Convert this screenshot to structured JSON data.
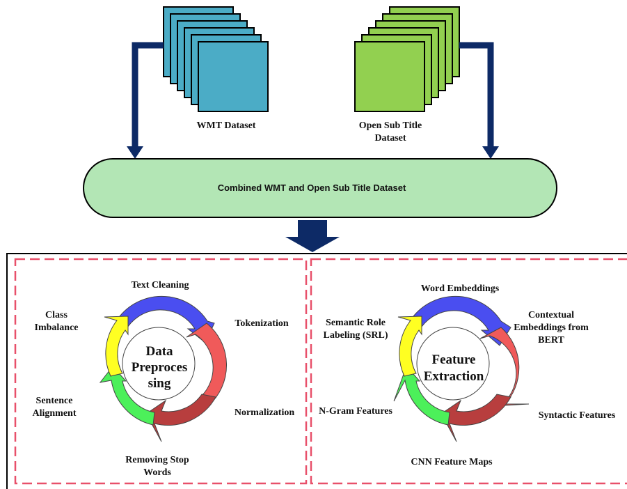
{
  "datasets": {
    "wmt": {
      "label": "WMT Dataset",
      "color": "#4bacc6"
    },
    "opensub": {
      "label_line1": "Open Sub Title",
      "label_line2": "Dataset",
      "color": "#92d050"
    }
  },
  "combined": {
    "label": "Combined WMT and Open Sub Title Dataset",
    "color": "#b3e6b5"
  },
  "preprocessing": {
    "center_line1": "Data",
    "center_line2": "Preproces",
    "center_line3": "sing",
    "steps": {
      "text_cleaning": "Text Cleaning",
      "tokenization": "Tokenization",
      "normalization": "Normalization",
      "removing_line1": "Removing Stop",
      "removing_line2": "Words",
      "sentence_line1": "Sentence",
      "sentence_line2": "Alignment",
      "class_line1": "Class",
      "class_line2": "Imbalance"
    }
  },
  "feature_extraction": {
    "center_line1": "Feature",
    "center_line2": "Extraction",
    "steps": {
      "word_embeddings": "Word Embeddings",
      "contextual_line1": "Contextual",
      "contextual_line2": "Embeddings from",
      "contextual_line3": "BERT",
      "syntactic": "Syntactic Features",
      "cnn": "CNN Feature Maps",
      "ngram": "N-Gram Features",
      "srl_line1": "Semantic Role",
      "srl_line2": "Labeling (SRL)"
    }
  },
  "colors": {
    "arrow_navy": "#0d2a66",
    "cycle_blue": "#4a4ef0",
    "cycle_red": "#f05a5a",
    "cycle_darkred": "#b83e3e",
    "cycle_green": "#4cf05a",
    "cycle_yellow": "#ffff22",
    "dash_border": "#e8506a"
  }
}
